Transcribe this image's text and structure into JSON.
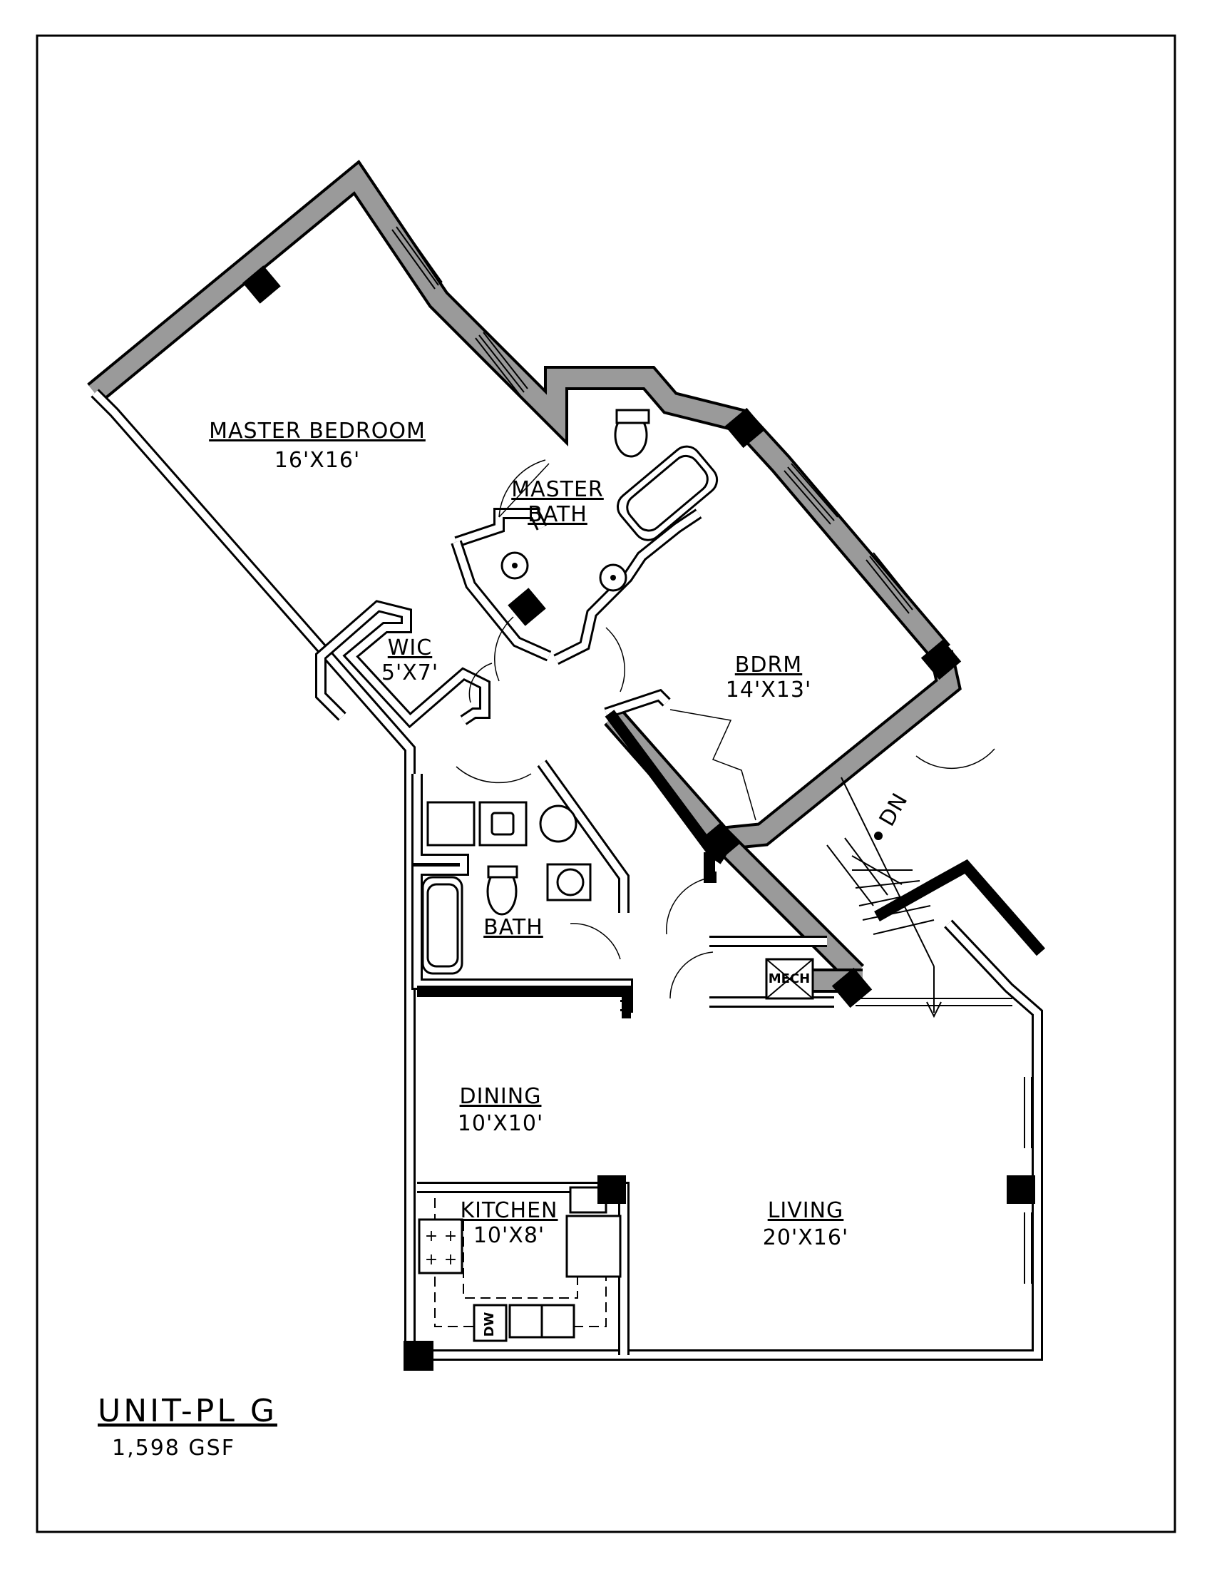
{
  "sheet": {
    "unit_name": "UNIT-PL G",
    "area": "1,598 GSF"
  },
  "rooms": {
    "master_bedroom": {
      "name": "MASTER BEDROOM",
      "size": "16'X16'"
    },
    "master_bath": {
      "name_line1": "MASTER",
      "name_line2": "BATH"
    },
    "wic": {
      "name": "WIC",
      "size": "5'X7'"
    },
    "bdrm": {
      "name": "BDRM",
      "size": "14'X13'"
    },
    "bath": {
      "name": "BATH"
    },
    "dining": {
      "name": "DINING",
      "size": "10'X10'"
    },
    "kitchen": {
      "name": "KITCHEN",
      "size": "10'X8'"
    },
    "living": {
      "name": "LIVING",
      "size": "20'X16'"
    }
  },
  "fixtures": {
    "stair_label": "DN",
    "mech_label": "MECH",
    "dishwasher_label": "DW"
  }
}
